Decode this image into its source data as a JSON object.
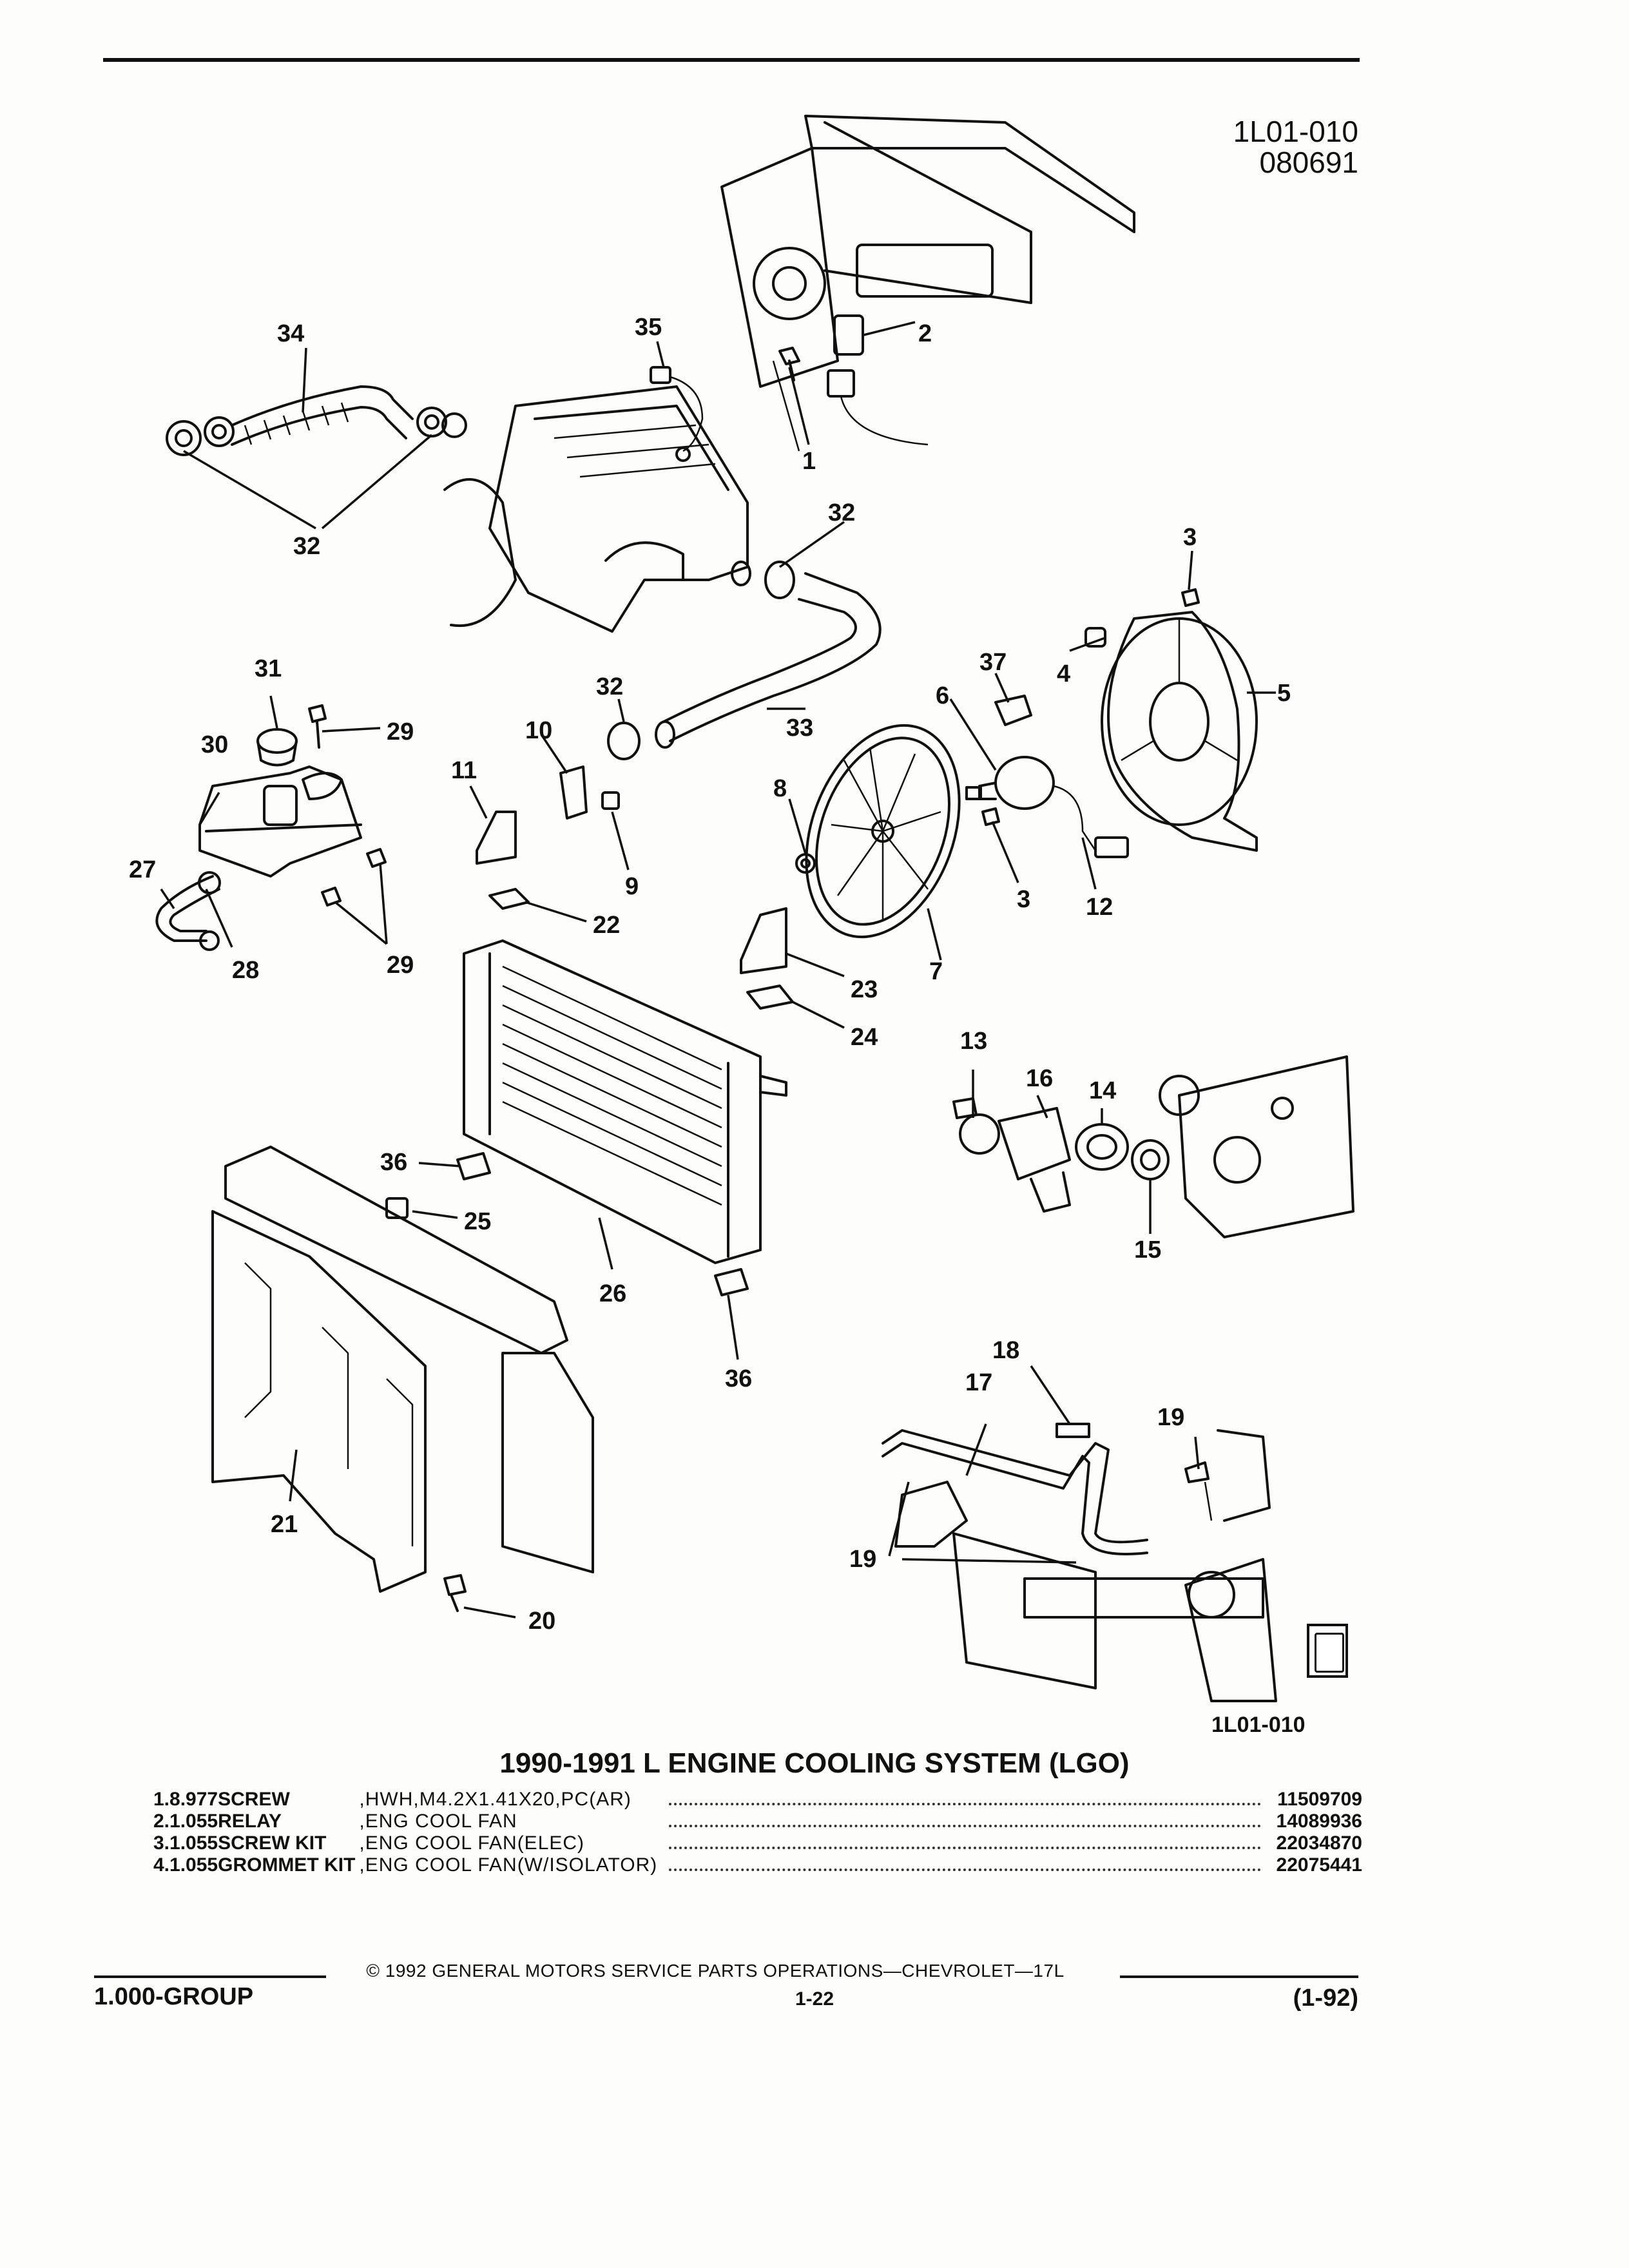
{
  "header": {
    "figure_code": "1L01-010",
    "figure_date": "080691"
  },
  "figure": {
    "id_label": "1L01-010",
    "callouts": [
      "1",
      "2",
      "3",
      "3",
      "3",
      "4",
      "5",
      "6",
      "7",
      "8",
      "9",
      "10",
      "11",
      "12",
      "13",
      "14",
      "15",
      "16",
      "17",
      "18",
      "19",
      "19",
      "20",
      "21",
      "22",
      "23",
      "24",
      "25",
      "26",
      "27",
      "28",
      "29",
      "29",
      "30",
      "31",
      "32",
      "32",
      "32",
      "32",
      "33",
      "34",
      "35",
      "36",
      "36",
      "37"
    ]
  },
  "title": "1990-1991 L ENGINE COOLING SYSTEM (LGO)",
  "parts": [
    {
      "num": "1.",
      "qty": "8.977",
      "name": "SCREW",
      "desc": ",HWH,M4.2X1.41X20,PC(AR)",
      "part_number": "11509709"
    },
    {
      "num": "2.",
      "qty": "1.055",
      "name": "RELAY",
      "desc": ",ENG COOL FAN",
      "part_number": "14089936"
    },
    {
      "num": "3.",
      "qty": "1.055",
      "name": "SCREW KIT",
      "desc": ",ENG COOL FAN(ELEC)",
      "part_number": "22034870"
    },
    {
      "num": "4.",
      "qty": "1.055",
      "name": "GROMMET KIT",
      "desc": ",ENG COOL FAN(W/ISOLATOR)",
      "part_number": "22075441"
    }
  ],
  "footer": {
    "copyright": "© 1992 GENERAL MOTORS SERVICE PARTS OPERATIONS—CHEVROLET—17L",
    "group": "1.000-GROUP",
    "page": "1-22",
    "date_code": "(1-92)"
  }
}
